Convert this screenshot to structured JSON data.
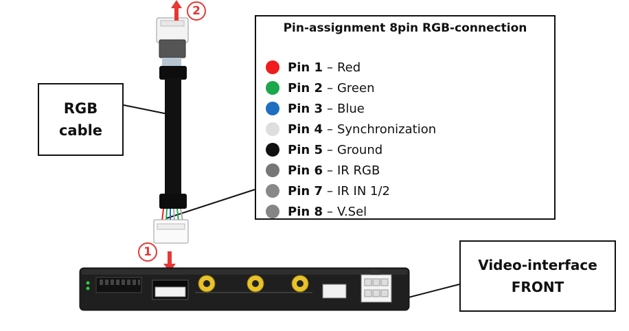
{
  "colors": {
    "pin1": "#ee1c1c",
    "pin2": "#1aa84b",
    "pin3": "#1e6fc2",
    "pin4": "#dedede",
    "pin5": "#111111",
    "pin6": "#777777",
    "pin7": "#888888",
    "pin8": "#858585",
    "arrow": "#e53935"
  },
  "rgb_cable_label": {
    "line1": "RGB",
    "line2": "cable"
  },
  "video_interface_label": {
    "line1": "Video-interface",
    "line2": "FRONT"
  },
  "pin_assignment": {
    "title": "Pin-assignment 8pin RGB-connection",
    "pins": [
      {
        "label": "Pin 1",
        "sep": "–",
        "name": "Red",
        "color": "#ee1c1c"
      },
      {
        "label": "Pin 2",
        "sep": "–",
        "name": "Green",
        "color": "#1aa84b"
      },
      {
        "label": "Pin 3",
        "sep": "–",
        "name": "Blue",
        "color": "#1e6fc2"
      },
      {
        "label": "Pin 4",
        "sep": "–",
        "name": "Synchronization",
        "color": "#dedede"
      },
      {
        "label": "Pin 5",
        "sep": "–",
        "name": "Ground",
        "color": "#111111"
      },
      {
        "label": "Pin 6",
        "sep": "–",
        "name": "IR RGB",
        "color": "#777777"
      },
      {
        "label": "Pin 7",
        "sep": "–",
        "name": "IR IN 1/2",
        "color": "#888888"
      },
      {
        "label": "Pin 8",
        "sep": "–",
        "name": "V.Sel",
        "color": "#858585"
      }
    ]
  },
  "steps": {
    "step1": "1",
    "step2": "2"
  }
}
